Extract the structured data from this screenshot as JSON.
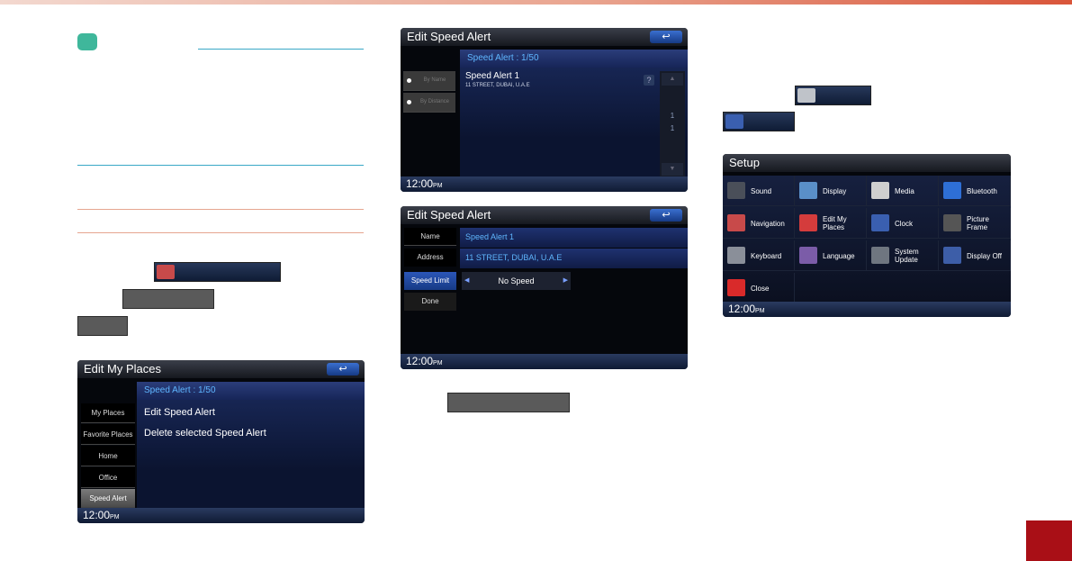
{
  "edit_my_places": {
    "title": "Edit My Places",
    "back_icon": "↩",
    "header": "Speed Alert : 1/50",
    "tabs": [
      "My Places",
      "Favorite Places",
      "Home",
      "Office",
      "Speed Alert"
    ],
    "menu": [
      "Edit Speed Alert",
      "Delete selected Speed Alert"
    ],
    "time": "12:00",
    "ampm": "PM"
  },
  "edit_speed_alert_list": {
    "title": "Edit Speed Alert",
    "back_icon": "↩",
    "header": "Speed Alert : 1/50",
    "sort_by_name": "By Name",
    "sort_by_distance": "By Distance",
    "item_name": "Speed Alert 1",
    "item_address": "11 STREET, DUBAI, U.A.E",
    "page_current": "1",
    "page_total": "1",
    "time": "12:00",
    "ampm": "PM"
  },
  "edit_speed_alert_edit": {
    "title": "Edit Speed Alert",
    "back_icon": "↩",
    "name_label": "Name",
    "name_value": "Speed Alert 1",
    "address_label": "Address",
    "address_value": "11 STREET, DUBAI, U.A.E",
    "speed_label": "Speed Limit",
    "speed_value": "No Speed",
    "done_label": "Done",
    "time": "12:00",
    "ampm": "PM"
  },
  "setup": {
    "title": "Setup",
    "items": [
      {
        "label": "Sound",
        "icon": "sound-icon",
        "color": "#4a4f59"
      },
      {
        "label": "Display",
        "icon": "display-icon",
        "color": "#5a8fc8"
      },
      {
        "label": "Media",
        "icon": "media-icon",
        "color": "#cfcfcf"
      },
      {
        "label": "Bluetooth",
        "icon": "bluetooth-icon",
        "color": "#2e6fd6"
      },
      {
        "label": "Navigation",
        "icon": "navigation-icon",
        "color": "#c84a4a"
      },
      {
        "label": "Edit My Places",
        "icon": "edit-my-places-icon",
        "color": "#d43c3c"
      },
      {
        "label": "Clock",
        "icon": "clock-icon",
        "color": "#3a5fb0"
      },
      {
        "label": "Picture Frame",
        "icon": "picture-frame-icon",
        "color": "#555"
      },
      {
        "label": "Keyboard",
        "icon": "keyboard-icon",
        "color": "#8a8f99"
      },
      {
        "label": "Language",
        "icon": "language-icon",
        "color": "#7b5ca8"
      },
      {
        "label": "System Update",
        "icon": "system-update-icon",
        "color": "#6f7680"
      },
      {
        "label": "Display Off",
        "icon": "display-off-icon",
        "color": "#3d5ea8"
      },
      {
        "label": "Close",
        "icon": "close-icon",
        "color": "#d92a2a"
      }
    ],
    "time": "12:00",
    "ampm": "PM"
  },
  "colors": {
    "accent": "#3fb79b",
    "page_badge": "#a90f16",
    "rule_teal": "#3aa8c6",
    "rule_salmon": "#e6a590"
  }
}
